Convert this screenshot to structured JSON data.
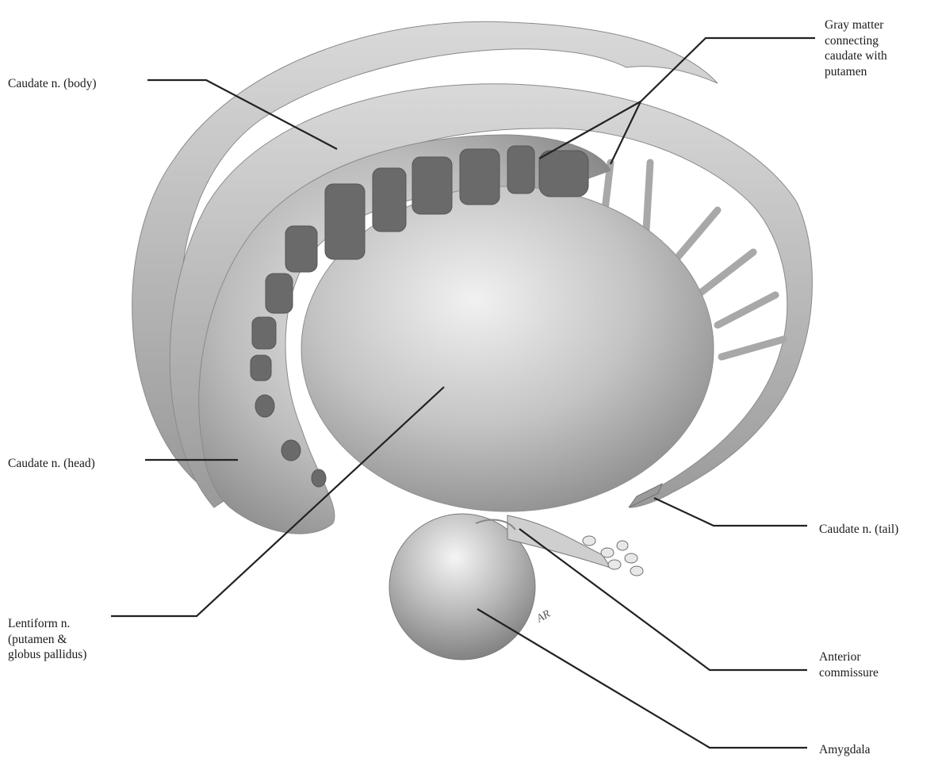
{
  "figure": {
    "labels": {
      "caudate_body": "Caudate n. (body)",
      "caudate_head": "Caudate n. (head)",
      "lentiform": "Lentiform n.\n(putamen &\nglobus pallidus)",
      "gray_matter": "Gray matter\nconnecting\ncaudate with\nputamen",
      "caudate_tail": "Caudate n. (tail)",
      "anterior_commissure": "Anterior\ncommissure",
      "amygdala": "Amygdala"
    },
    "artist_signature": "AR"
  },
  "colors": {
    "structure_light": "#e6e6e6",
    "structure_mid": "#bdbdbd",
    "structure_dark": "#7f7f7f",
    "cavity": "#5e5e5e",
    "leader_line": "#222222"
  }
}
